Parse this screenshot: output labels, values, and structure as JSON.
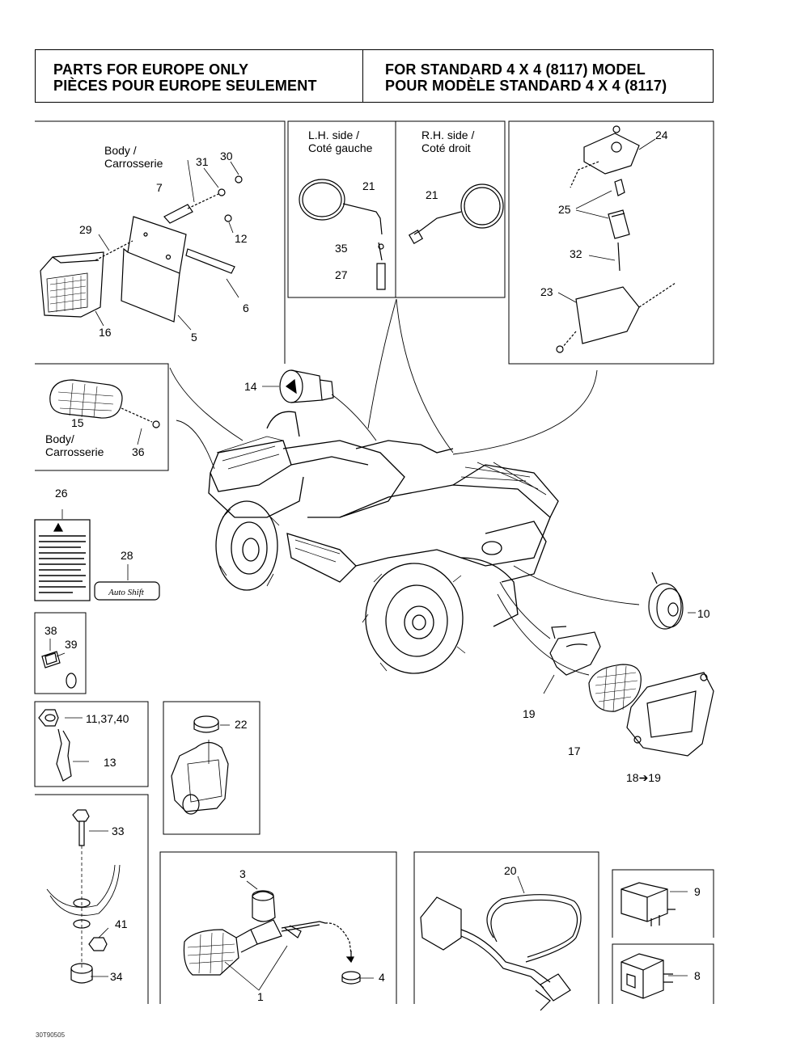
{
  "header": {
    "left_line1": "PARTS FOR EUROPE ONLY",
    "left_line2": "PIÈCES POUR EUROPE SEULEMENT",
    "right_line1": "FOR STANDARD 4 X 4 (8117) MODEL",
    "right_line2": "POUR MODÈLE STANDARD 4 X 4 (8117)"
  },
  "labels": {
    "body1": "Body /",
    "carrosserie1": "Carrosserie",
    "body2": "Body/",
    "carrosserie2": "Carrosserie",
    "lh_side": "L.H. side /",
    "cote_gauche": "Coté gauche",
    "rh_side": "R.H. side /",
    "cote_droit": "Coté droit",
    "decal_brand": "Auto Shift"
  },
  "callouts": {
    "c1": "1",
    "c3": "3",
    "c4": "4",
    "c5": "5",
    "c6": "6",
    "c7": "7",
    "c8": "8",
    "c9": "9",
    "c10": "10",
    "c11_37_40": "11,37,40",
    "c12": "12",
    "c13": "13",
    "c14": "14",
    "c15": "15",
    "c16": "16",
    "c17": "17",
    "c18_19": "18➔19",
    "c19": "19",
    "c20": "20",
    "c21a": "21",
    "c21b": "21",
    "c22": "22",
    "c23": "23",
    "c24": "24",
    "c25": "25",
    "c26": "26",
    "c27": "27",
    "c28": "28",
    "c29": "29",
    "c30": "30",
    "c31": "31",
    "c32": "32",
    "c33": "33",
    "c34": "34",
    "c35": "35",
    "c36": "36",
    "c38": "38",
    "c39": "39",
    "c41": "41"
  },
  "drawing_code": "30T90505"
}
